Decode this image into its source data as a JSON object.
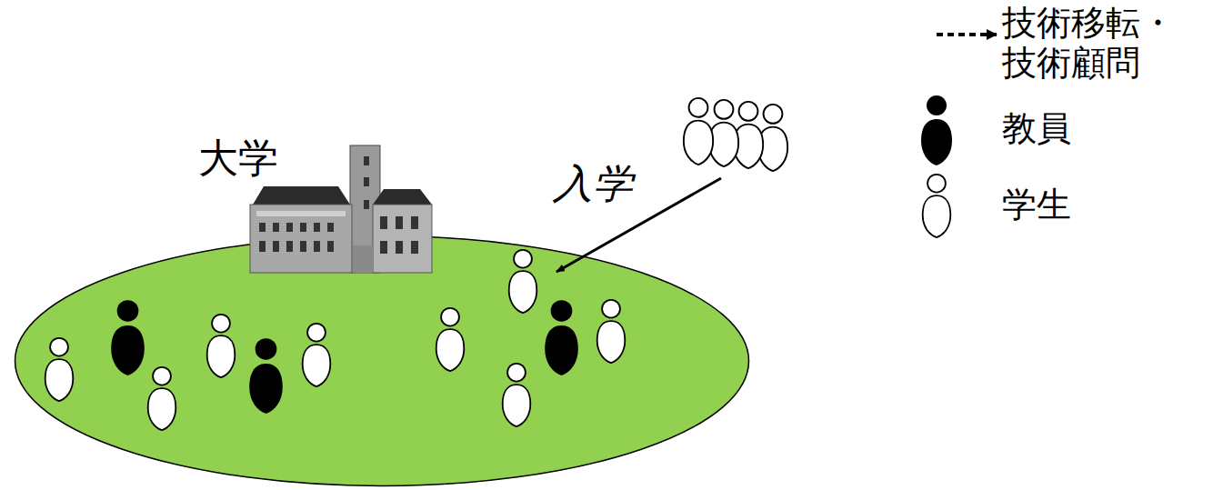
{
  "diagram": {
    "nodes": [
      {
        "text": [
          "大学"
        ]
      }
    ],
    "labels": [
      "入学"
    ],
    "legend": [
      {
        "text": "技術移転・ 技術顧問"
      },
      {
        "text": "教員"
      },
      {
        "text": "学生"
      }
    ]
  }
}
